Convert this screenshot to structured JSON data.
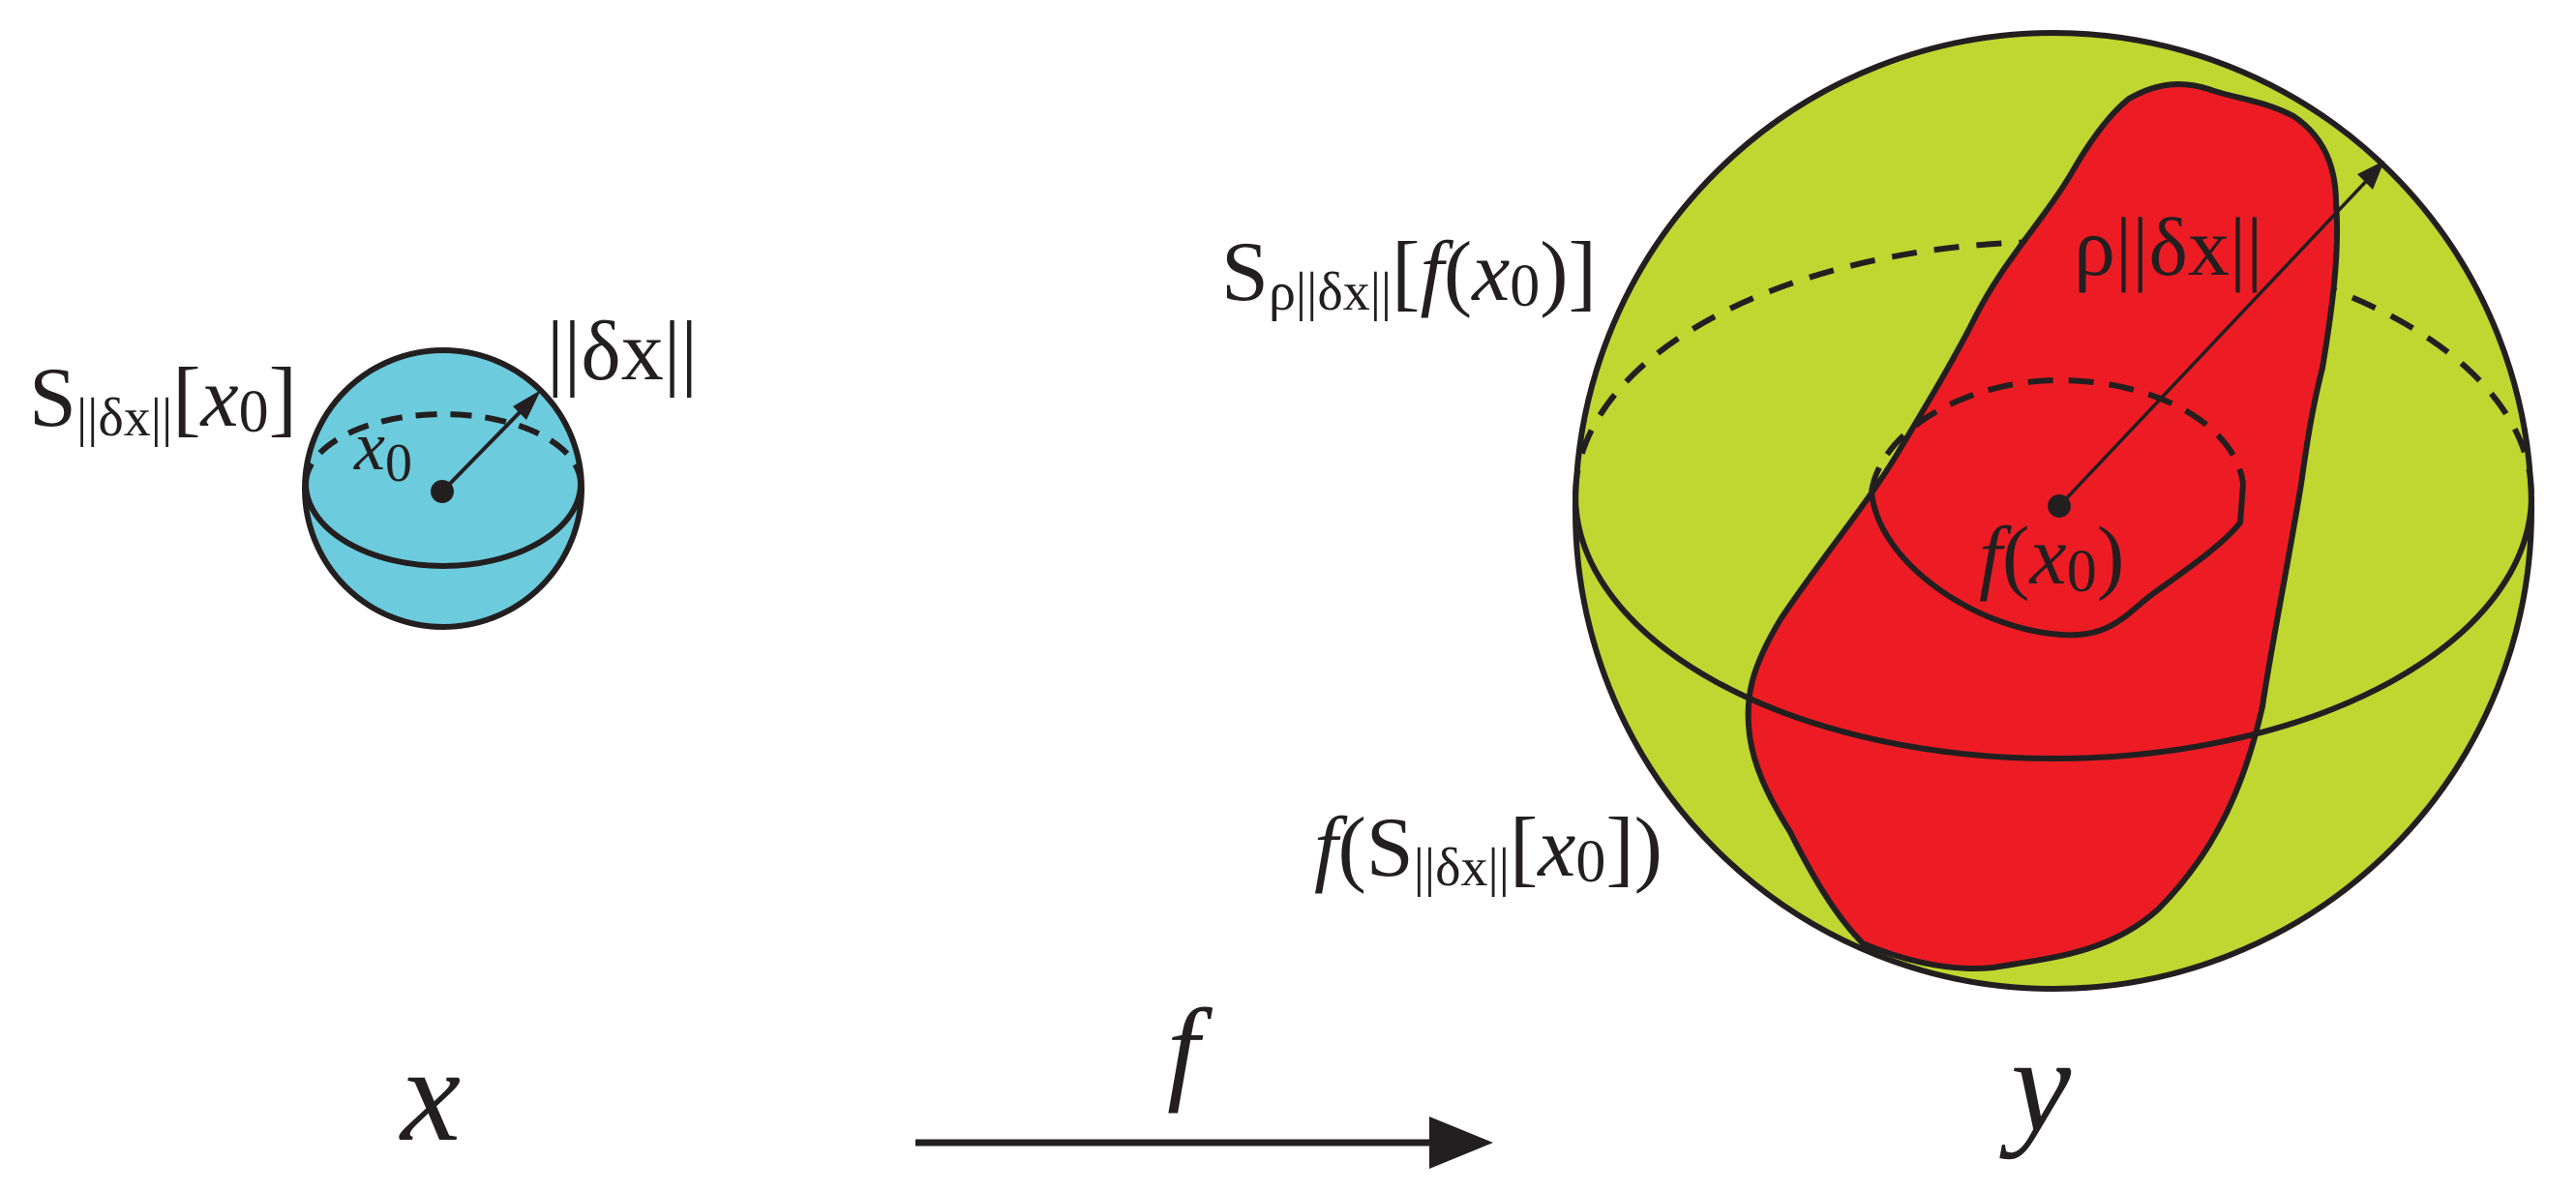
{
  "diagram": {
    "description": "Mapping of a small sphere in input space X by function f to a deformed region inside a larger sphere in output space Y",
    "colors": {
      "input_sphere": "#6ccbdc",
      "output_sphere": "#bfd730",
      "image_region": "#ed1c24",
      "ink": "#231f20"
    },
    "input_space": {
      "space_label": "x",
      "sphere_label": {
        "main": "S",
        "subscript": "||δx||",
        "bracket_open": "[",
        "arg": "x",
        "arg_sub": "0",
        "bracket_close": "]"
      },
      "radius_label": "||δx||",
      "center_label": {
        "main": "x",
        "sub": "0"
      }
    },
    "mapping": {
      "label": "f"
    },
    "output_space": {
      "space_label": "y",
      "sphere_label": {
        "main": "S",
        "subscript": "ρ||δx||",
        "bracket_open": "[",
        "func": "f",
        "paren_open": "(",
        "arg": "x",
        "arg_sub": "0",
        "paren_close": ")",
        "bracket_close": "]"
      },
      "radius_label": "ρ||δx||",
      "center_label": {
        "func": "f",
        "paren_open": "(",
        "arg": "x",
        "sub": "0",
        "paren_close": ")"
      },
      "image_label": {
        "func": "f",
        "paren_open": "(",
        "main": "S",
        "subscript": "||δx||",
        "bracket_open": "[",
        "arg": "x",
        "arg_sub": "0",
        "bracket_close": "]",
        "paren_close": ")"
      }
    }
  }
}
